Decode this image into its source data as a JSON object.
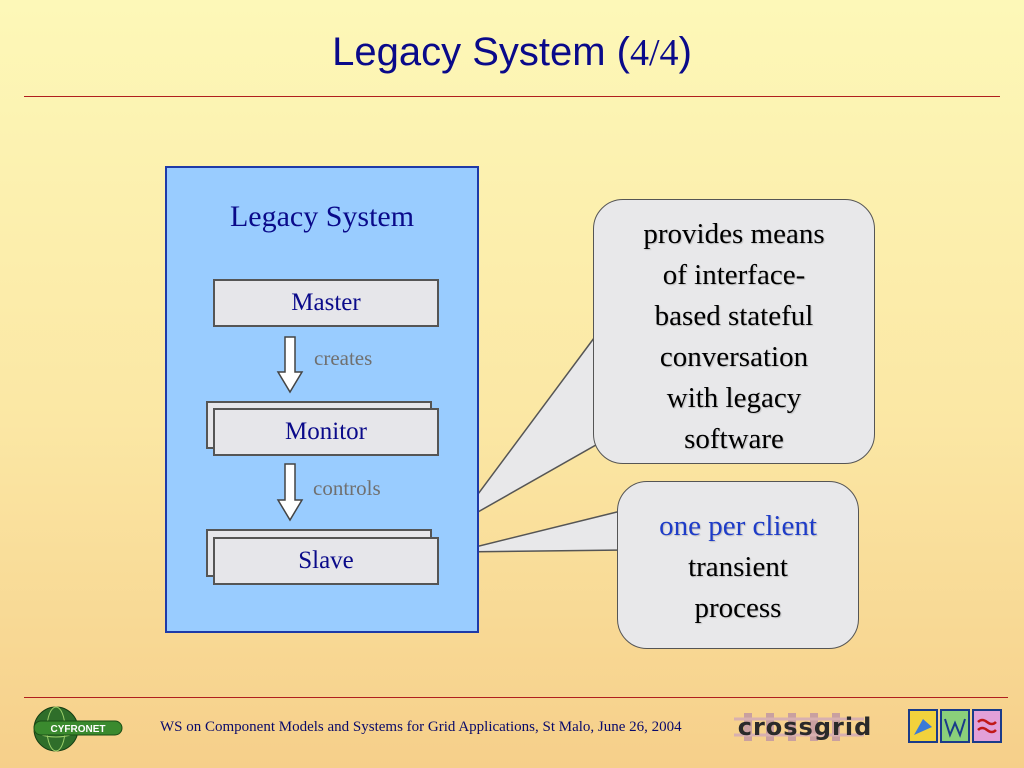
{
  "slide": {
    "title": "Legacy System (",
    "title_num": "4/4",
    "title_close": ")"
  },
  "diagram": {
    "container_label": "Legacy System",
    "nodes": [
      {
        "id": "master",
        "label": "Master"
      },
      {
        "id": "monitor",
        "label": "Monitor"
      },
      {
        "id": "slave",
        "label": "Slave"
      }
    ],
    "edges": [
      {
        "from": "master",
        "to": "monitor",
        "label": "creates"
      },
      {
        "from": "monitor",
        "to": "slave",
        "label": "controls"
      }
    ],
    "callouts": [
      {
        "target": "legacy-system",
        "text_lines": [
          "provides means",
          "of interface-",
          "based stateful",
          "conversation",
          "with legacy",
          "software"
        ]
      },
      {
        "target": "slave",
        "highlight": "one per client",
        "text_lines": [
          "transient",
          "process"
        ]
      }
    ]
  },
  "footer": {
    "text": "WS on Component Models and Systems for Grid Applications, St Malo, June 26, 2004",
    "logo_left": "CYFRONET",
    "logo_right": "crossgrid"
  },
  "colors": {
    "title": "#0a0a8a",
    "rule": "#b01e1e",
    "container_fill": "#99ccff",
    "container_border": "#1e3aa8",
    "highlight": "#1e3cc8"
  }
}
